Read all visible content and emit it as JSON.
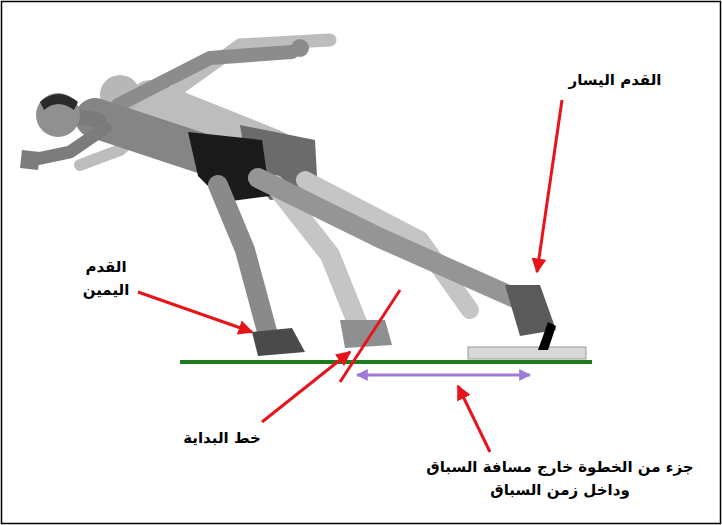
{
  "diagram": {
    "labels": [
      "القدم اليسار",
      "القدم اليمين",
      "خط البداية",
      "جزء من الخطوة خارج مسافة السباق وداخل زمن السباق"
    ]
  }
}
